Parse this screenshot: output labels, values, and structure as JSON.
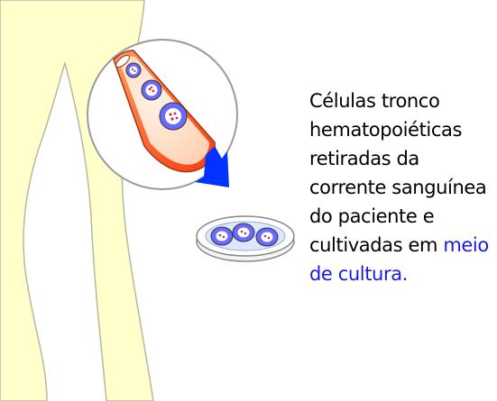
{
  "caption": {
    "lines": [
      "Células tronco",
      "hematopoiéticas",
      "retiradas da",
      "corrente sanguínea",
      "do paciente e"
    ],
    "line6_prefix": "cultivadas em ",
    "line6_highlight": "meio",
    "line7_highlight": "de cultura."
  },
  "colors": {
    "body_fill": "#ffffcc",
    "body_outline": "#b8b8a0",
    "vessel_wall": "#ff5a1e",
    "vessel_inner": "#ffe6d2",
    "cell_fill": "#6a6aff",
    "cell_nucleus": "#ffffff",
    "nucleus_dots": "#c0306a",
    "arrow": "#0033ff",
    "dish_fill": "#dde8ff",
    "highlight_text": "#1a1ae6"
  },
  "icons": {
    "arrow": "down-right-arrow-icon"
  }
}
